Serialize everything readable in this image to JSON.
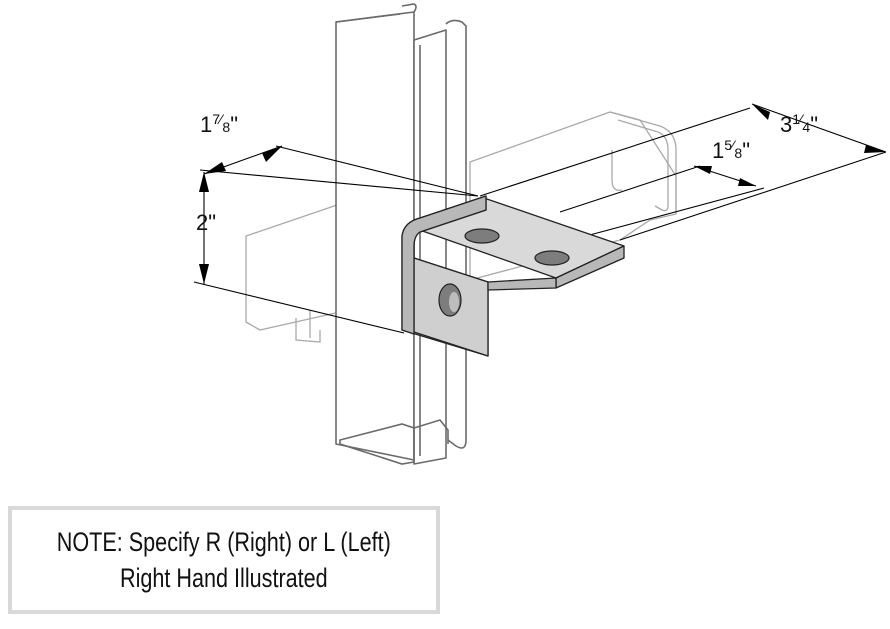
{
  "dimensions": {
    "d1": {
      "whole": "1",
      "num": "7",
      "den": "8",
      "unit": "\""
    },
    "d2": {
      "whole": "3",
      "num": "1",
      "den": "4",
      "unit": "\""
    },
    "d3": {
      "whole": "1",
      "num": "5",
      "den": "8",
      "unit": "\""
    },
    "d4": {
      "whole": "2",
      "unit": "\""
    }
  },
  "note": {
    "line1": "NOTE:  Specify R (Right) or L (Left)",
    "line2": "Right Hand Illustrated"
  },
  "colors": {
    "bracket": "#cfcfcf",
    "strut_outline": "#6a6a6a",
    "dimension_lines": "#000000",
    "note_border": "#d9d9d9"
  }
}
